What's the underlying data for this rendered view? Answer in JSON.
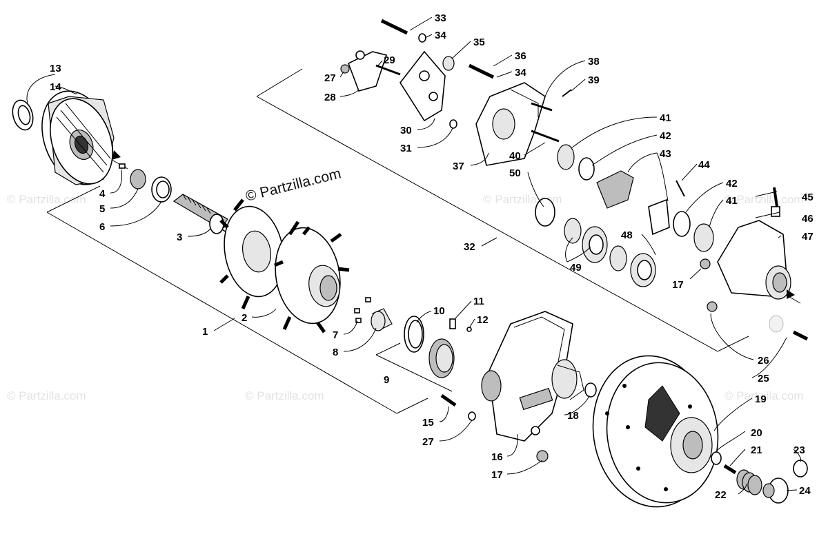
{
  "watermarks": {
    "main": "© Partzilla.com",
    "faint": "© Partzilla.com"
  },
  "callouts": [
    {
      "id": "c1",
      "text": "1"
    },
    {
      "id": "c2",
      "text": "2"
    },
    {
      "id": "c3",
      "text": "3"
    },
    {
      "id": "c4",
      "text": "4"
    },
    {
      "id": "c5",
      "text": "5"
    },
    {
      "id": "c6",
      "text": "6"
    },
    {
      "id": "c7",
      "text": "7"
    },
    {
      "id": "c8",
      "text": "8"
    },
    {
      "id": "c9",
      "text": "9"
    },
    {
      "id": "c10",
      "text": "10"
    },
    {
      "id": "c11",
      "text": "11"
    },
    {
      "id": "c12",
      "text": "12"
    },
    {
      "id": "c13",
      "text": "13"
    },
    {
      "id": "c14",
      "text": "14"
    },
    {
      "id": "c15",
      "text": "15"
    },
    {
      "id": "c16",
      "text": "16"
    },
    {
      "id": "c17a",
      "text": "17"
    },
    {
      "id": "c17b",
      "text": "17"
    },
    {
      "id": "c18",
      "text": "18"
    },
    {
      "id": "c19",
      "text": "19"
    },
    {
      "id": "c20",
      "text": "20"
    },
    {
      "id": "c21",
      "text": "21"
    },
    {
      "id": "c22",
      "text": "22"
    },
    {
      "id": "c23",
      "text": "23"
    },
    {
      "id": "c24",
      "text": "24"
    },
    {
      "id": "c25",
      "text": "25"
    },
    {
      "id": "c26",
      "text": "26"
    },
    {
      "id": "c27a",
      "text": "27"
    },
    {
      "id": "c27b",
      "text": "27"
    },
    {
      "id": "c28",
      "text": "28"
    },
    {
      "id": "c29",
      "text": "29"
    },
    {
      "id": "c30",
      "text": "30"
    },
    {
      "id": "c31",
      "text": "31"
    },
    {
      "id": "c32",
      "text": "32"
    },
    {
      "id": "c33",
      "text": "33"
    },
    {
      "id": "c34a",
      "text": "34"
    },
    {
      "id": "c34b",
      "text": "34"
    },
    {
      "id": "c35",
      "text": "35"
    },
    {
      "id": "c36",
      "text": "36"
    },
    {
      "id": "c37",
      "text": "37"
    },
    {
      "id": "c38",
      "text": "38"
    },
    {
      "id": "c39",
      "text": "39"
    },
    {
      "id": "c40",
      "text": "40"
    },
    {
      "id": "c41a",
      "text": "41"
    },
    {
      "id": "c41b",
      "text": "41"
    },
    {
      "id": "c42a",
      "text": "42"
    },
    {
      "id": "c42b",
      "text": "42"
    },
    {
      "id": "c43",
      "text": "43"
    },
    {
      "id": "c44",
      "text": "44"
    },
    {
      "id": "c45",
      "text": "45"
    },
    {
      "id": "c46",
      "text": "46"
    },
    {
      "id": "c47",
      "text": "47"
    },
    {
      "id": "c48",
      "text": "48"
    },
    {
      "id": "c49",
      "text": "49"
    },
    {
      "id": "c50",
      "text": "50"
    }
  ]
}
